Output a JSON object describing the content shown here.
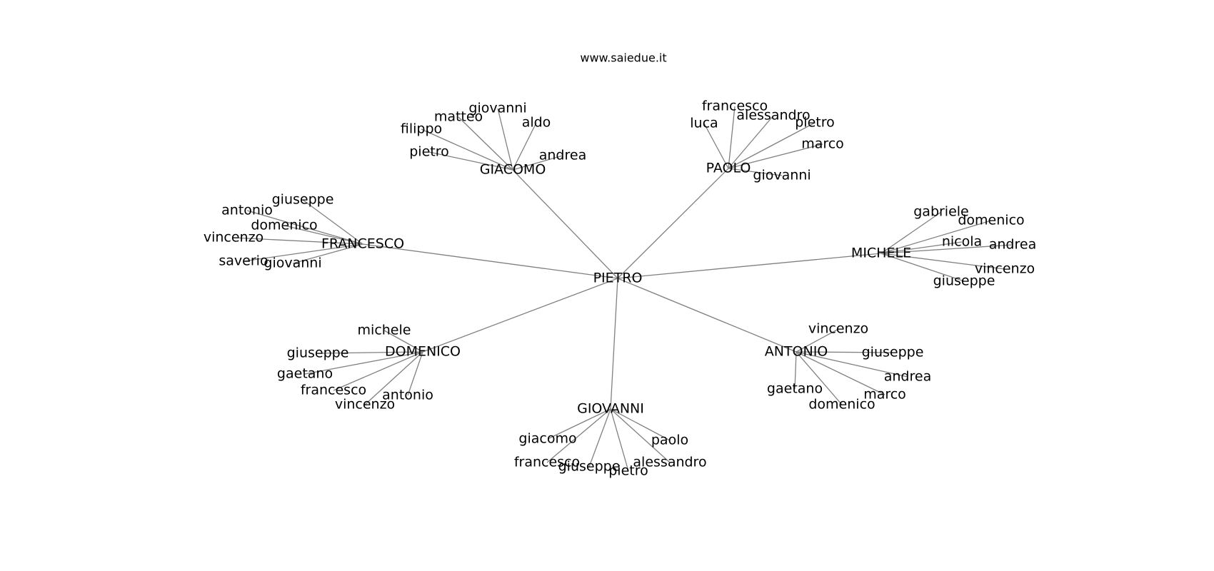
{
  "site": "www.saiedue.it",
  "colors": {
    "edge": "#808080",
    "text": "#000000",
    "background": "#ffffff"
  },
  "graph": {
    "center": "PIETRO",
    "hubs": [
      {
        "id": "giacomo",
        "label": "GIACOMO",
        "children": [
          "pietro",
          "filippo",
          "matteo",
          "giovanni",
          "aldo",
          "andrea"
        ]
      },
      {
        "id": "paolo",
        "label": "PAOLO",
        "children": [
          "luca",
          "francesco",
          "alessandro",
          "pietro",
          "marco",
          "giovanni"
        ]
      },
      {
        "id": "francesco",
        "label": "FRANCESCO",
        "children": [
          "giuseppe",
          "antonio",
          "domenico",
          "vincenzo",
          "saverio",
          "giovanni"
        ]
      },
      {
        "id": "michele",
        "label": "MICHELE",
        "children": [
          "gabriele",
          "domenico",
          "nicola",
          "andrea",
          "vincenzo",
          "giuseppe"
        ]
      },
      {
        "id": "domenico",
        "label": "DOMENICO",
        "children": [
          "michele",
          "giuseppe",
          "gaetano",
          "francesco",
          "vincenzo",
          "antonio"
        ]
      },
      {
        "id": "antonio",
        "label": "ANTONIO",
        "children": [
          "vincenzo",
          "giuseppe",
          "andrea",
          "marco",
          "domenico",
          "gaetano"
        ]
      },
      {
        "id": "giovanni",
        "label": "GIOVANNI",
        "children": [
          "giacomo",
          "francesco",
          "giuseppe",
          "pietro",
          "alessandro",
          "paolo"
        ]
      }
    ]
  }
}
